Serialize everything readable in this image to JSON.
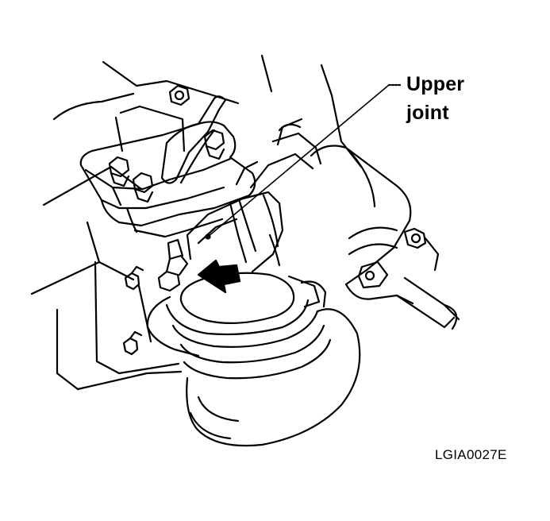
{
  "diagram": {
    "callout": {
      "line1": "Upper",
      "line2": "joint"
    },
    "figure_code": "LGIA0027E",
    "colors": {
      "ink": "#000000",
      "paper": "#ffffff"
    },
    "icons": {
      "pointer": "left-arrow-icon"
    }
  }
}
